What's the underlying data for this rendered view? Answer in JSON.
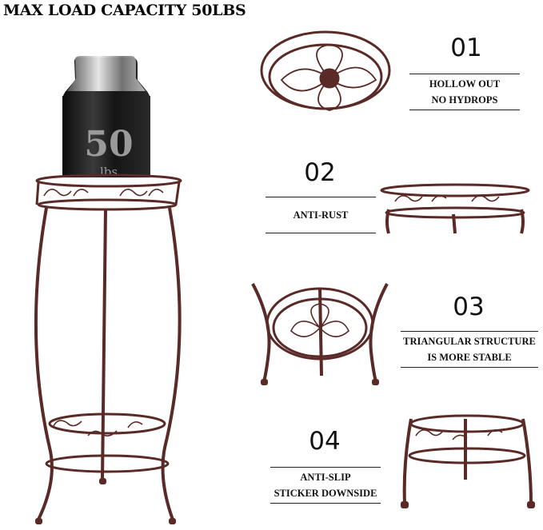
{
  "title": "MAX LOAD CAPACITY 50LBS",
  "weight": {
    "value": "50",
    "unit": "lbs"
  },
  "features": [
    {
      "number": "01",
      "line1": "HOLLOW OUT",
      "line2": "NO HYDROPS"
    },
    {
      "number": "02",
      "line1": "ANTI-RUST",
      "line2": ""
    },
    {
      "number": "03",
      "line1": "TRIANGULAR STRUCTURE",
      "line2": "IS MORE STABLE"
    },
    {
      "number": "04",
      "line1": "ANTI-SLIP",
      "line2": "STICKER DOWNSIDE"
    }
  ],
  "colors": {
    "metal": "#5a2a26",
    "metal_light": "#7a4440",
    "weight_dark": "#1b1b1b"
  }
}
